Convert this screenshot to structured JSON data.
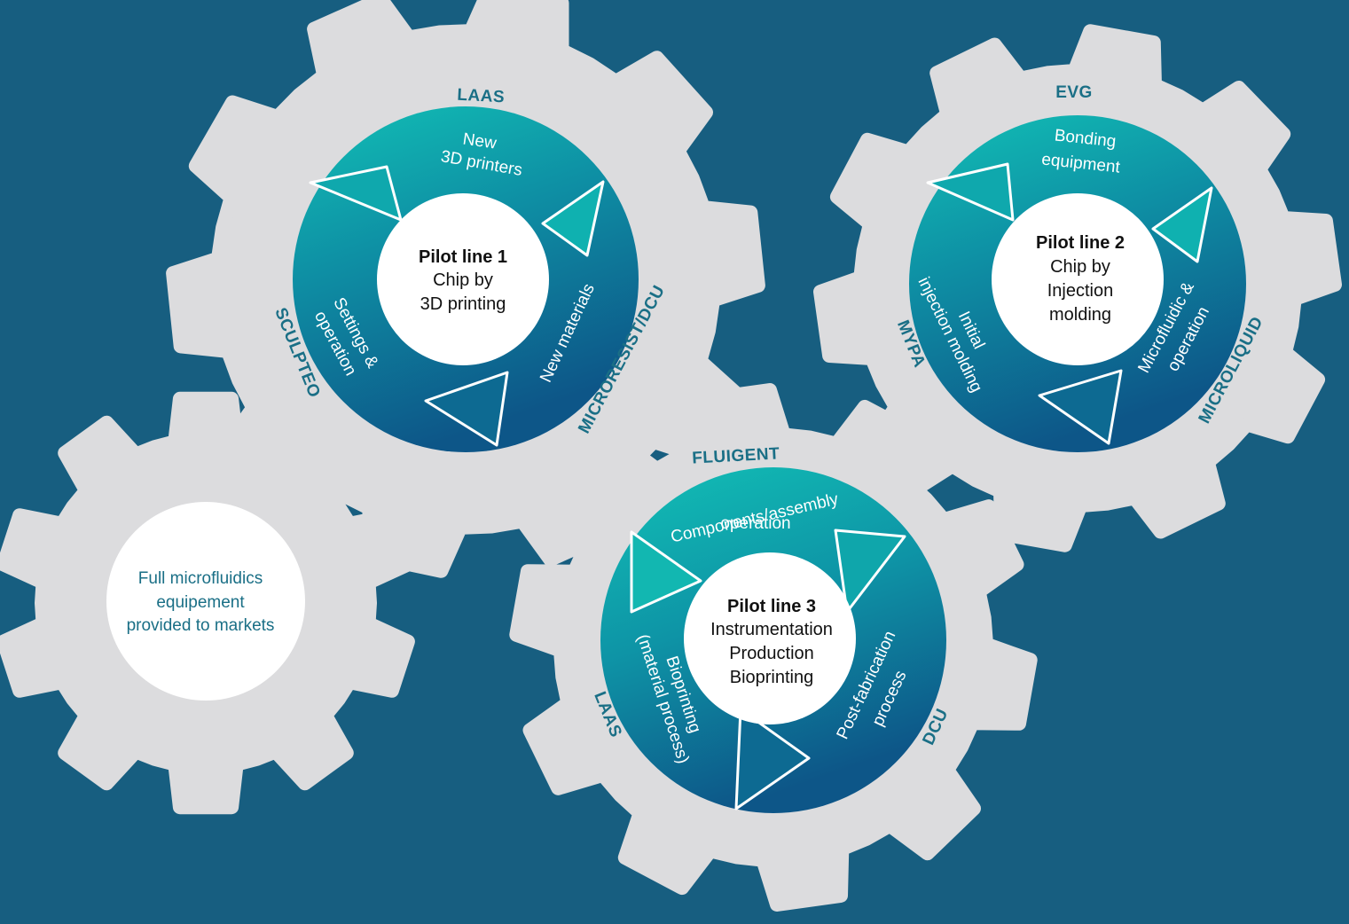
{
  "colors": {
    "background": "#175e80",
    "gear": "#dcdcde",
    "ring_light": "#12bdb4",
    "ring_dark": "#0e5b87",
    "partner_text": "#1a6f86",
    "market_text": "#1a6f86"
  },
  "gear1": {
    "partner_top": "LAAS",
    "partner_left": "SCULPTEO",
    "partner_right": "MICRORESIST/DCU",
    "step_top_line1": "New",
    "step_top_line2": "3D printers",
    "step_right": "New materials",
    "step_left_line1": "Settings &",
    "step_left_line2": "operation",
    "center_title": "Pilot line 1",
    "center_line1": "Chip by",
    "center_line2": "3D printing"
  },
  "gear2": {
    "partner_top": "EVG",
    "partner_left": "MYPA",
    "partner_right": "MICROLIQUID",
    "step_top_line1": "Bonding",
    "step_top_line2": "equipment",
    "step_left_line1": "Initial",
    "step_left_line2": "injection molding",
    "step_right_line1": "Microfluidic &",
    "step_right_line2": "operation",
    "center_title": "Pilot line 2",
    "center_line1": "Chip by",
    "center_line2": "Injection",
    "center_line3": "molding"
  },
  "gear3": {
    "partner_top": "FLUIGENT",
    "partner_left": "LAAS",
    "partner_right": "DCU",
    "step_top_line1": "Components/assembly",
    "step_top_line2": "operation",
    "step_left_line1": "Bioprinting",
    "step_left_line2": "(material process)",
    "step_right_line1": "Post-fabrication",
    "step_right_line2": "process",
    "center_title": "Pilot line 3",
    "center_line1": "Instrumentation",
    "center_line2": "Production",
    "center_line3": "Bioprinting"
  },
  "gear4": {
    "line1": "Full microfluidics",
    "line2": "equipement",
    "line3": "provided to markets"
  }
}
